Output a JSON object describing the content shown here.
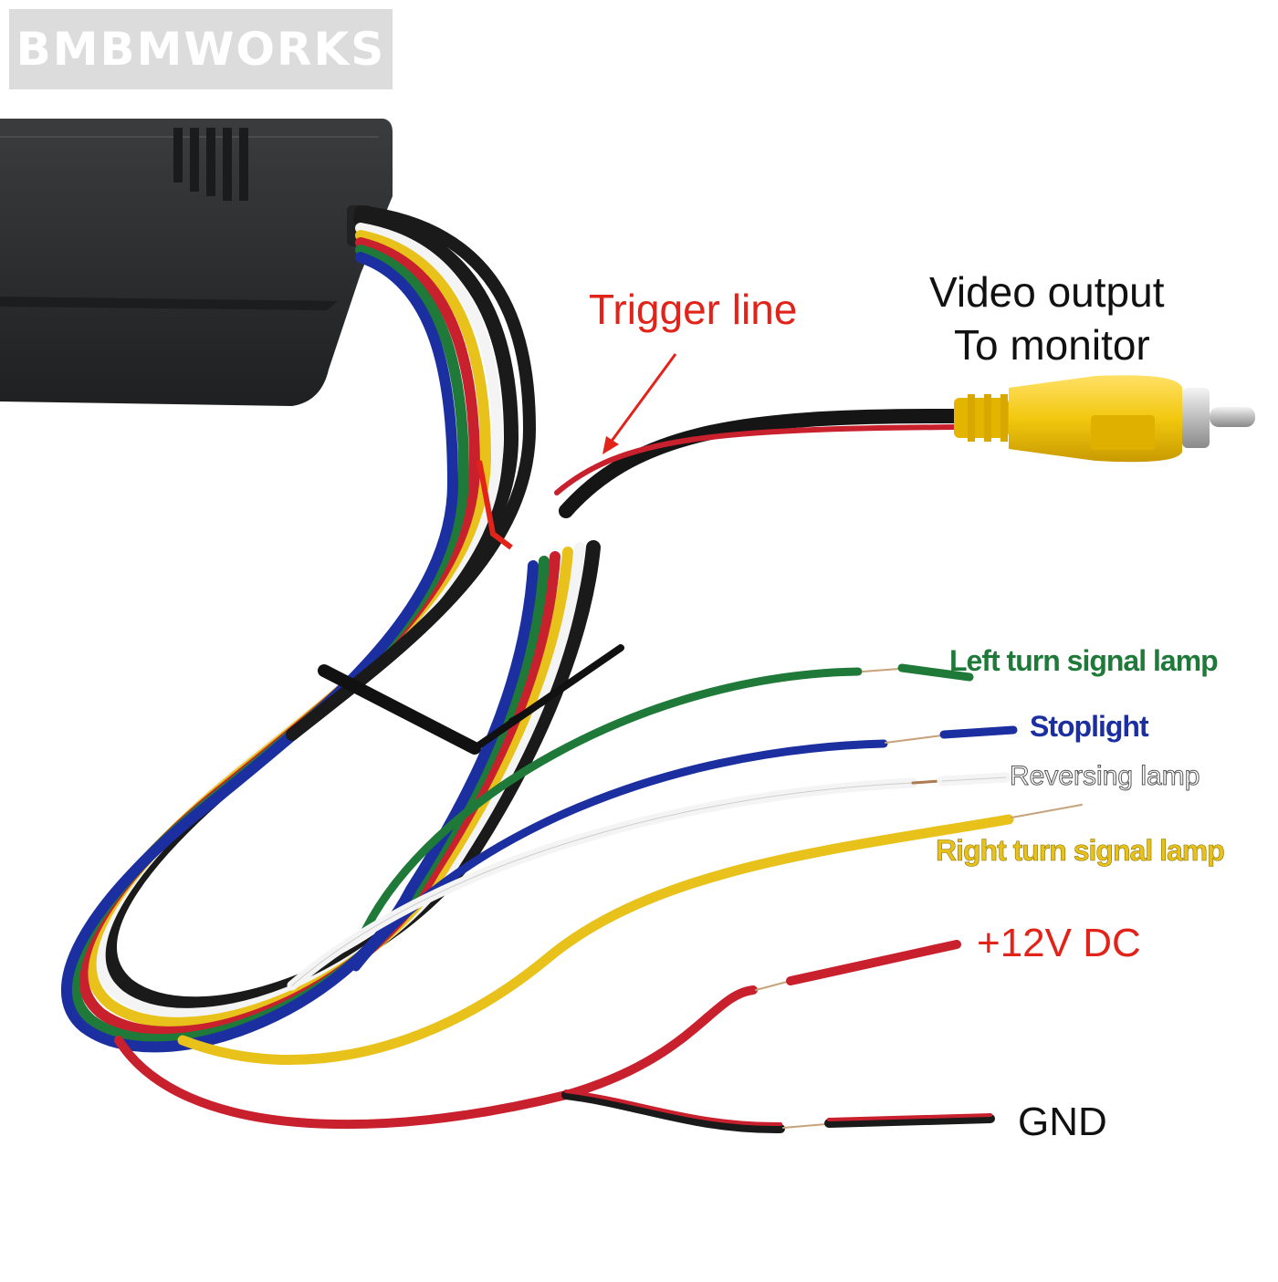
{
  "watermark": "BMBMWORKS",
  "labels": {
    "trigger_line": "Trigger line",
    "video_output_line1": "Video output",
    "video_output_line2": "To monitor",
    "left_turn": "Left turn signal lamp",
    "stoplight": "Stoplight",
    "reversing": "Reversing lamp",
    "right_turn": "Right turn signal lamp",
    "plus12v": "+12V DC",
    "gnd": "GND"
  },
  "colors": {
    "trigger_red": "#e2231a",
    "left_turn_green": "#1f7a3a",
    "stoplight_blue": "#1c2fa0",
    "reversing_white": "#f2f2f2",
    "right_turn_yellow": "#e8c21a",
    "power_red": "#c9202e",
    "ground_black": "#1a1a1a",
    "rca_yellow": "#f2c80f",
    "box_dark": "#2d2f31"
  }
}
